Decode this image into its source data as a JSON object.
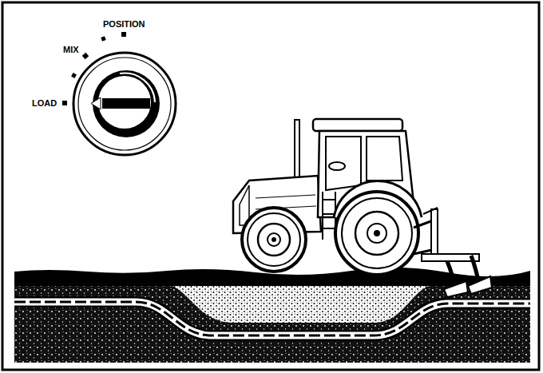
{
  "diagram": {
    "labels": [
      "POSITION",
      "MIX",
      "LOAD"
    ]
  }
}
